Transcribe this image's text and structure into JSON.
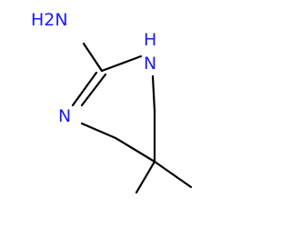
{
  "molecule": {
    "atoms": {
      "amine": "H2N",
      "ring_nh": "H",
      "ring_nh_n": "N",
      "imine_n": "N"
    },
    "colors": {
      "bond": "#000000",
      "nitrogen": "#1a1aff"
    }
  }
}
